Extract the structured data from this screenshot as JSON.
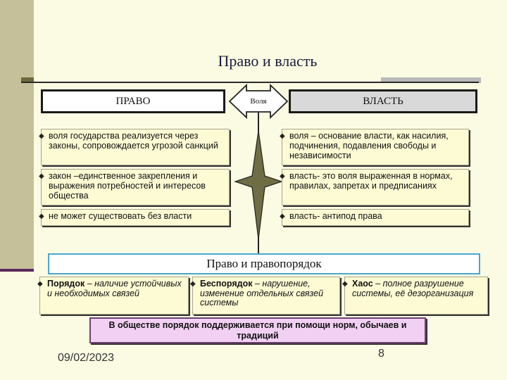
{
  "title": "Право и власть",
  "left_header": "ПРАВО",
  "right_header": "ВЛАСТЬ",
  "connector_label": "Воля",
  "left_items": [
    "воля государства реализуется через законы, сопровождается угрозой санкций",
    "закон –единственное закрепления и выражения потребностей и интересов общества",
    "не может существовать без власти"
  ],
  "right_items": [
    "воля – основание власти, как насилия, подчинения, подавления свободы и независимости",
    "власть- это воля выраженная в нормах, правилах,  запретах и предписаниях",
    "власть- антипод права"
  ],
  "band_title": "Право и правопорядок",
  "sub_boxes": [
    {
      "term": "Порядок",
      "definition": " – наличие устойчивых и необходимых связей"
    },
    {
      "term": "Беспорядок",
      "definition": " – нарушение, изменение отдельных связей системы"
    },
    {
      "term": "Хаос",
      "definition": " – полное разрушение системы, её дезорганизация"
    }
  ],
  "bottom_text": "В обществе порядок поддерживается при помощи норм, обычаев и  традиций",
  "footer": {
    "date": "09/02/2023",
    "page": "8"
  },
  "colors": {
    "accent_band": "#4aa6d4",
    "bottom_fill": "#f2d0f3",
    "item_fill": "#fdfbd3"
  }
}
